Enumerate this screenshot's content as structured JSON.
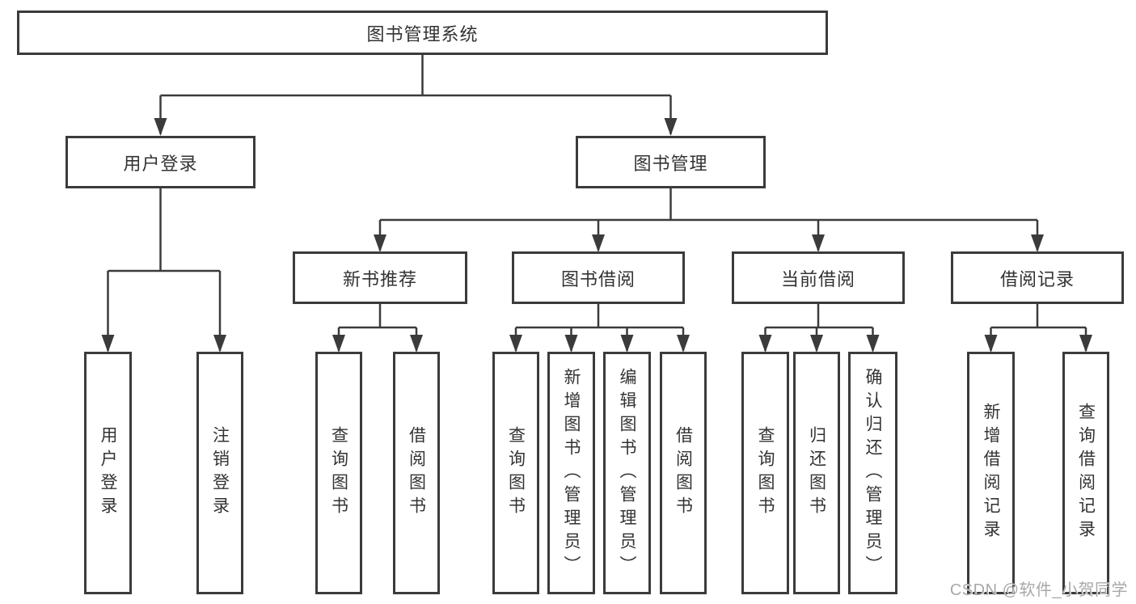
{
  "diagram": {
    "root": {
      "label": "图书管理系统"
    },
    "level2": [
      {
        "label": "用户登录",
        "children": [
          {
            "label": "用户登录"
          },
          {
            "label": "注销登录"
          }
        ]
      },
      {
        "label": "图书管理",
        "children": [
          {
            "label": "新书推荐",
            "children": [
              {
                "label": "查询图书"
              },
              {
                "label": "借阅图书"
              }
            ]
          },
          {
            "label": "图书借阅",
            "children": [
              {
                "label": "查询图书"
              },
              {
                "label": "新增图书（管理员）"
              },
              {
                "label": "编辑图书（管理员）"
              },
              {
                "label": "借阅图书"
              }
            ]
          },
          {
            "label": "当前借阅",
            "children": [
              {
                "label": "查询图书"
              },
              {
                "label": "归还图书"
              },
              {
                "label": "确认归还（管理员）"
              }
            ]
          },
          {
            "label": "借阅记录",
            "children": [
              {
                "label": "新增借阅记录"
              },
              {
                "label": "查询借阅记录"
              }
            ]
          }
        ]
      }
    ]
  },
  "watermark": {
    "text": "CSDN @软件_小贺同学"
  },
  "colors": {
    "line": "#3b3b3b",
    "box_border": "#3b3b3b",
    "text": "#333333",
    "watermark": "#a8a8a8",
    "background": "#ffffff"
  }
}
